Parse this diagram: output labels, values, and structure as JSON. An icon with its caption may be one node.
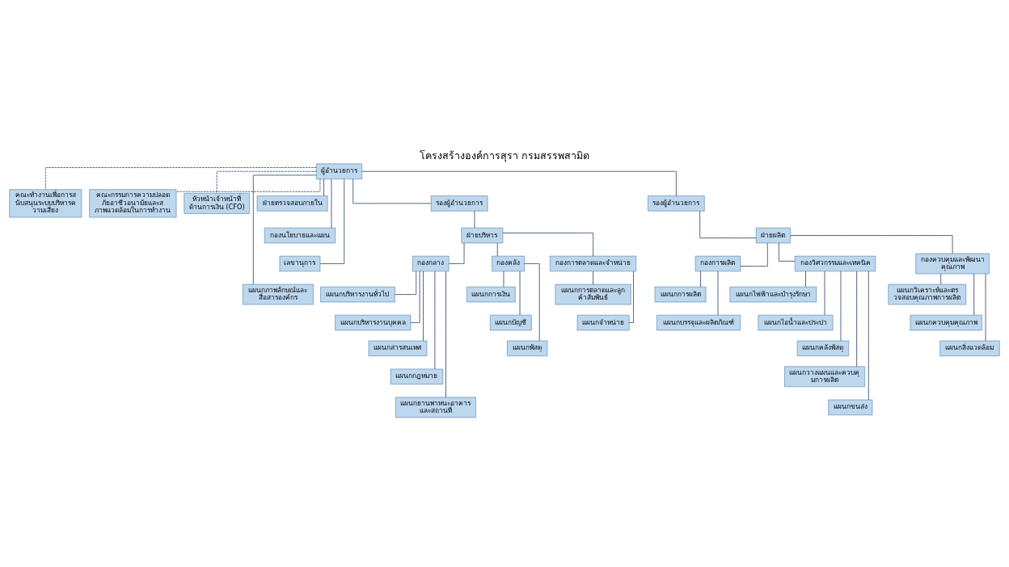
{
  "diagram": {
    "title": "โครงสร้างองค์การสุรา กรมสรรพสามิต",
    "nodes": [
      {
        "text": [
          "ผู้อำนวยการ"
        ]
      },
      {
        "text": [
          "คณะทำงานเพื่อการสนับสนุนระบบบริหารความเสี่ยง"
        ]
      },
      {
        "text": [
          "คณะกรรมการความปลอดภัยอาชีวอนามัยและสภาพแวดล้อมในการทำงาน"
        ]
      },
      {
        "text": [
          "หัวหน้าเจ้าหน้าที่ด้านการเงิน (CFO)"
        ]
      },
      {
        "text": [
          "ฝ่ายตรวจสอบภายใน"
        ]
      },
      {
        "text": [
          "กองนโยบายและแผน"
        ]
      },
      {
        "text": [
          "เลขานุการ"
        ]
      },
      {
        "text": [
          "แผนกภาพลักษณ์และสื่อสารองค์กร"
        ]
      },
      {
        "text": [
          "รองผู้อำนวยการ"
        ]
      },
      {
        "text": [
          "ฝ่ายบริหาร"
        ]
      },
      {
        "text": [
          "รองผู้อำนวยการ"
        ]
      },
      {
        "text": [
          "ฝ่ายผลิต"
        ]
      },
      {
        "text": [
          "กองกลาง"
        ]
      },
      {
        "text": [
          "กองคลัง"
        ]
      },
      {
        "text": [
          "กองการตลาดและจำหน่าย"
        ]
      },
      {
        "text": [
          "กองการผลิต"
        ]
      },
      {
        "text": [
          "กองวิศวกรรมและเทคนิค"
        ]
      },
      {
        "text": [
          "กองควบคุมและพัฒนาคุณภาพ"
        ]
      },
      {
        "text": [
          "แผนกบริหารงานทั่วไป"
        ]
      },
      {
        "text": [
          "แผนกบริหารงานบุคคล"
        ]
      },
      {
        "text": [
          "แผนกสารสนเทศ"
        ]
      },
      {
        "text": [
          "แผนกกฎหมาย"
        ]
      },
      {
        "text": [
          "แผนกยานพาหนะอาคารและสถานที่"
        ]
      },
      {
        "text": [
          "แผนกการเงิน"
        ]
      },
      {
        "text": [
          "แผนกบัญชี"
        ]
      },
      {
        "text": [
          "แผนกพัสดุ"
        ]
      },
      {
        "text": [
          "แผนกการตลาดและลูกค้าสัมพันธ์"
        ]
      },
      {
        "text": [
          "แผนกจำหน่าย"
        ]
      },
      {
        "text": [
          "แผนกการผลิต"
        ]
      },
      {
        "text": [
          "แผนกบรรจุและผลิตภัณฑ์"
        ]
      },
      {
        "text": [
          "แผนกไฟฟ้าและบำรุงรักษา"
        ]
      },
      {
        "text": [
          "แผนกไอน้ำและประปา"
        ]
      },
      {
        "text": [
          "แผนกคลังพัสดุ"
        ]
      },
      {
        "text": [
          "แผนกวางแผนและควบคุมการผลิต"
        ]
      },
      {
        "text": [
          "แผนกขนส่ง"
        ]
      },
      {
        "text": [
          "แผนกวิเคราะห์และตรวจสอบคุณภาพการผลิต"
        ]
      },
      {
        "text": [
          "แผนกควบคุมคุณภาพ"
        ]
      },
      {
        "text": [
          "แผนกสิ่งแวดล้อม"
        ]
      }
    ],
    "edges": [
      {
        "from": 0,
        "to": 1,
        "arrow": "none",
        "style": "dashed"
      },
      {
        "from": 0,
        "to": 2,
        "arrow": "none",
        "style": "dashed"
      },
      {
        "from": 0,
        "to": 3,
        "arrow": "none",
        "style": "dashed"
      },
      {
        "from": 0,
        "to": 4,
        "arrow": "none"
      },
      {
        "from": 0,
        "to": 5,
        "arrow": "none"
      },
      {
        "from": 0,
        "to": 6,
        "arrow": "none"
      },
      {
        "from": 0,
        "to": 7,
        "arrow": "none"
      },
      {
        "from": 0,
        "to": 8,
        "arrow": "none"
      },
      {
        "from": 0,
        "to": 10,
        "arrow": "none"
      },
      {
        "from": 8,
        "to": 9,
        "arrow": "none"
      },
      {
        "from": 10,
        "to": 11,
        "arrow": "none"
      },
      {
        "from": 9,
        "to": 12,
        "arrow": "none"
      },
      {
        "from": 9,
        "to": 13,
        "arrow": "none"
      },
      {
        "from": 9,
        "to": 14,
        "arrow": "none"
      },
      {
        "from": 11,
        "to": 15,
        "arrow": "none"
      },
      {
        "from": 11,
        "to": 16,
        "arrow": "none"
      },
      {
        "from": 11,
        "to": 17,
        "arrow": "none"
      },
      {
        "from": 12,
        "to": 18,
        "arrow": "none"
      },
      {
        "from": 12,
        "to": 19,
        "arrow": "none"
      },
      {
        "from": 12,
        "to": 20,
        "arrow": "none"
      },
      {
        "from": 12,
        "to": 21,
        "arrow": "none"
      },
      {
        "from": 12,
        "to": 22,
        "arrow": "none"
      },
      {
        "from": 13,
        "to": 23,
        "arrow": "none"
      },
      {
        "from": 13,
        "to": 24,
        "arrow": "none"
      },
      {
        "from": 13,
        "to": 25,
        "arrow": "none"
      },
      {
        "from": 14,
        "to": 26,
        "arrow": "none"
      },
      {
        "from": 14,
        "to": 27,
        "arrow": "none"
      },
      {
        "from": 15,
        "to": 28,
        "arrow": "none"
      },
      {
        "from": 15,
        "to": 29,
        "arrow": "none"
      },
      {
        "from": 16,
        "to": 30,
        "arrow": "none"
      },
      {
        "from": 16,
        "to": 31,
        "arrow": "none"
      },
      {
        "from": 16,
        "to": 32,
        "arrow": "none"
      },
      {
        "from": 16,
        "to": 33,
        "arrow": "none"
      },
      {
        "from": 16,
        "to": 34,
        "arrow": "none"
      },
      {
        "from": 17,
        "to": 35,
        "arrow": "none"
      },
      {
        "from": 17,
        "to": 36,
        "arrow": "none"
      },
      {
        "from": 17,
        "to": 37,
        "arrow": "none"
      }
    ]
  }
}
